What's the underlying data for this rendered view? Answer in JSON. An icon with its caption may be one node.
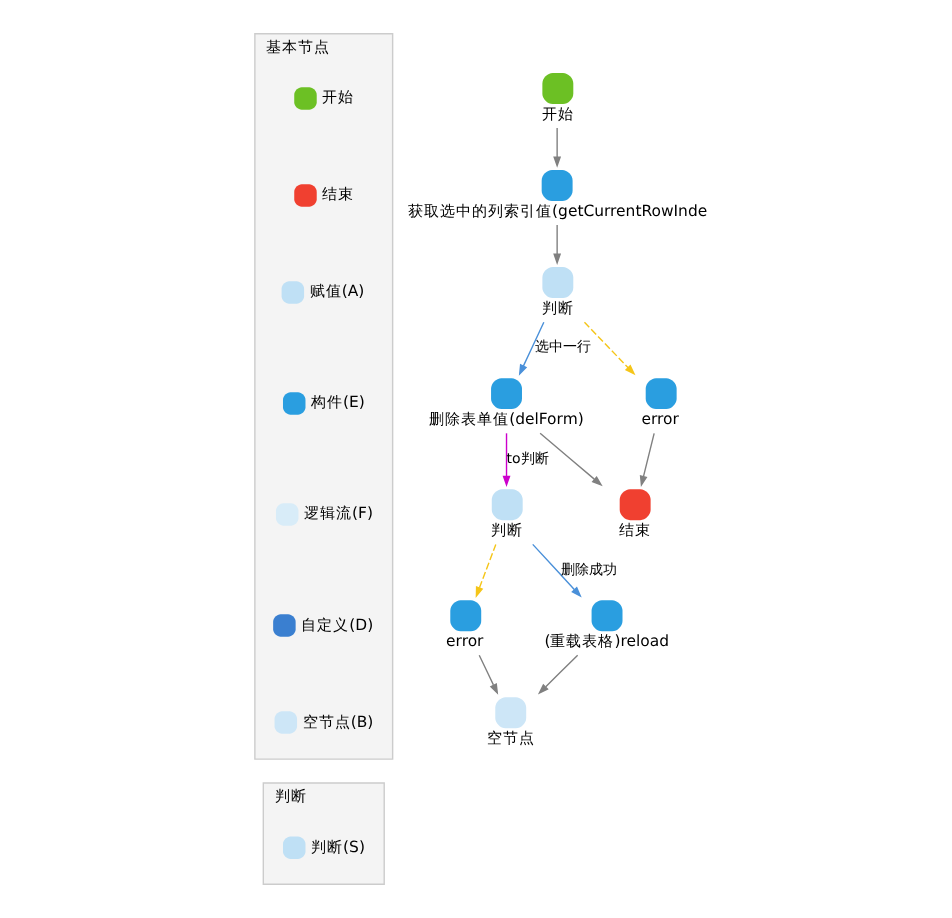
{
  "diagram": {
    "nodes": [
      {
        "text": [
          "基本节点"
        ]
      },
      {
        "text": [
          "开始"
        ],
        "in": 0
      },
      {
        "text": [
          "结束"
        ],
        "in": 0
      },
      {
        "text": [
          "赋值(A)"
        ],
        "in": 0
      },
      {
        "text": [
          "构件(E)"
        ],
        "in": 0
      },
      {
        "text": [
          "逻辑流(F)"
        ],
        "in": 0
      },
      {
        "text": [
          "自定义(D)"
        ],
        "in": 0
      },
      {
        "text": [
          "空节点(B)"
        ],
        "in": 0
      },
      {
        "text": [
          "判断"
        ]
      },
      {
        "text": [
          "判断(S)"
        ],
        "in": 8
      },
      {
        "text": [
          "开始"
        ]
      },
      {
        "text": [
          "获取选中的列索引值(getCurrentRowInde"
        ]
      },
      {
        "text": [
          "判断"
        ]
      },
      {
        "text": [
          "删除表单值(delForm)"
        ]
      },
      {
        "text": [
          "error"
        ]
      },
      {
        "text": [
          "结束"
        ]
      },
      {
        "text": [
          "判断"
        ]
      },
      {
        "text": [
          "error"
        ]
      },
      {
        "text": [
          "(重载表格)reload"
        ]
      },
      {
        "text": [
          "空节点"
        ]
      }
    ],
    "edges": [
      {
        "from": 10,
        "to": 11,
        "arrow": "to"
      },
      {
        "from": 11,
        "to": 12,
        "arrow": "to"
      },
      {
        "from": 12,
        "to": 13,
        "arrow": "to",
        "label": "选中一行",
        "color": "#4a90d9"
      },
      {
        "from": 12,
        "to": 14,
        "arrow": "to",
        "style": "dashed",
        "color": "#f5c518"
      },
      {
        "from": 13,
        "to": 15,
        "arrow": "to"
      },
      {
        "from": 14,
        "to": 15,
        "arrow": "to"
      },
      {
        "from": 13,
        "to": 16,
        "arrow": "to",
        "label": "to判断",
        "color": "#cc00cc"
      },
      {
        "from": 16,
        "to": 17,
        "arrow": "to",
        "style": "dashed",
        "color": "#f5c518"
      },
      {
        "from": 16,
        "to": 18,
        "arrow": "to",
        "label": "删除成功",
        "color": "#4a90d9"
      },
      {
        "from": 17,
        "to": 19,
        "arrow": "to"
      },
      {
        "from": 18,
        "to": 19,
        "arrow": "to"
      }
    ]
  }
}
